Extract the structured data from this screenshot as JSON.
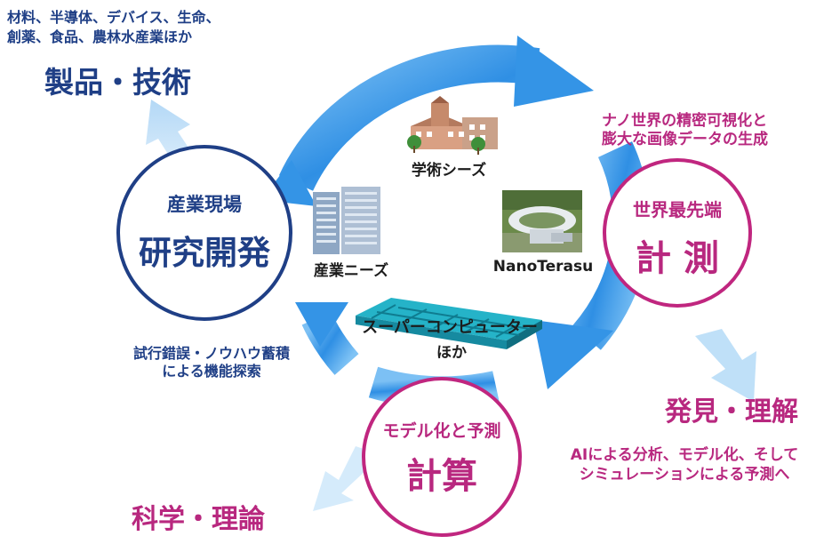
{
  "top_left": {
    "fields_line1": "材料、半導体、デバイス、生命、",
    "fields_line2": "創薬、食品、農林水産業ほか",
    "title": "製品・技術"
  },
  "nodes": {
    "industry": {
      "subtitle": "産業現場",
      "title": "研究開発"
    },
    "measurement": {
      "subtitle": "世界最先端",
      "title": "計 測"
    },
    "computation": {
      "subtitle": "モデル化と予測",
      "title": "計算"
    }
  },
  "center": {
    "academic_seeds": "学術シーズ",
    "industry_needs": "産業ニーズ",
    "nanoterasu": "NanoTerasu",
    "supercomputer_line1": "スーパーコンピューター",
    "supercomputer_line2": "ほか"
  },
  "annotations": {
    "measurement_line1": "ナノ世界の精密可視化と",
    "measurement_line2": "膨大な画像データの生成",
    "trial_line1": "試行錯誤・ノウハウ蓄積",
    "trial_line2": "による機能探索",
    "ai_line1": "AIによる分析、モデル化、そして",
    "ai_line2": "シミュレーションによる予測へ"
  },
  "outcomes": {
    "discovery": "発見・理解",
    "science": "科学・理論"
  },
  "colors": {
    "navy": "#1f3f86",
    "magenta": "#c0267f",
    "cycle_blue": "#3c9be8",
    "light_arrow": "#cfe6fa"
  }
}
